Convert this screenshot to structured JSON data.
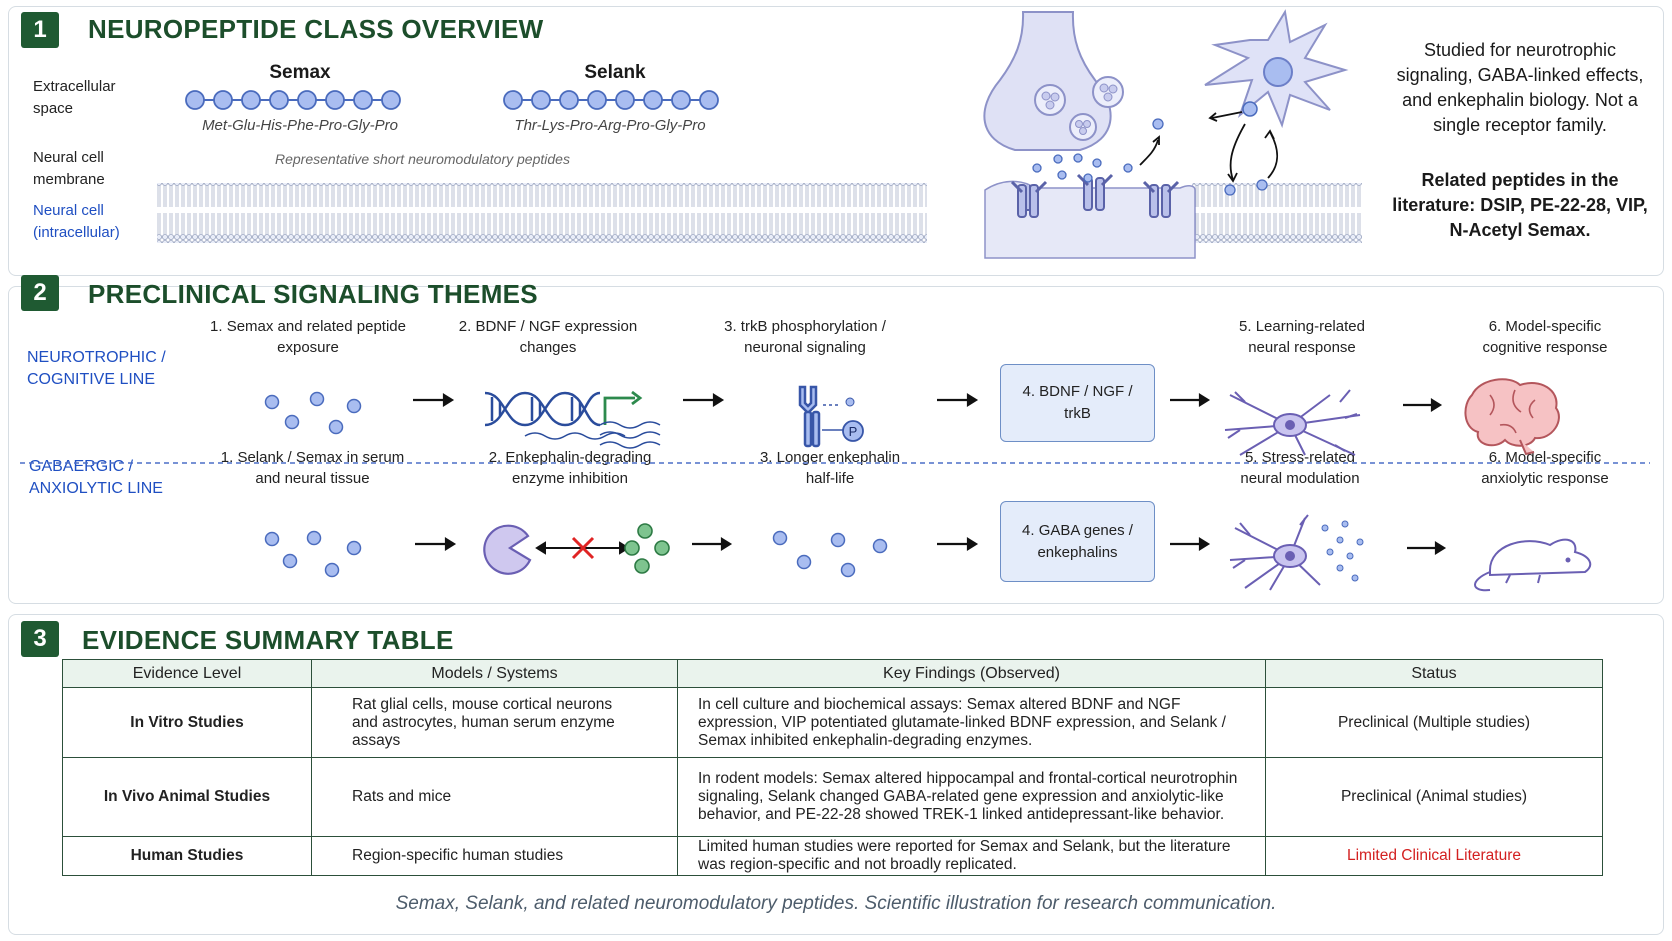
{
  "section1": {
    "number": "1",
    "title": "NEUROPEPTIDE CLASS OVERVIEW",
    "labels": {
      "extracellular": "Extracellular space",
      "membrane": "Neural cell membrane",
      "intracellular": "Neural cell (intracellular)"
    },
    "peptides": [
      {
        "name": "Semax",
        "sequence": "Met-Glu-His-Phe-Pro-Gly-Pro"
      },
      {
        "name": "Selank",
        "sequence": "Thr-Lys-Pro-Arg-Pro-Gly-Pro"
      }
    ],
    "note": "Representative short neuromodulatory peptides",
    "side_text": "Studied for neurotrophic signaling, GABA-linked effects, and enkephalin biology. Not a single receptor family.",
    "side_related": "Related peptides in the literature: DSIP, PE-22-28, VIP, N-Acetyl Semax."
  },
  "section2": {
    "number": "2",
    "title": "PRECLINICAL SIGNALING THEMES",
    "lines": [
      {
        "label": "NEUROTROPHIC / COGNITIVE LINE",
        "steps": [
          "1. Semax and related peptide exposure",
          "2. BDNF / NGF expression changes",
          "3. trkB phosphorylation / neuronal signaling",
          "4. BDNF / NGF / trkB",
          "5. Learning-related neural response",
          "6. Model-specific cognitive response"
        ]
      },
      {
        "label": "GABAERGIC / ANXIOLYTIC LINE",
        "steps": [
          "1. Selank / Semax in serum and neural tissue",
          "2. Enkephalin-degrading enzyme inhibition",
          "3. Longer enkephalin half-life",
          "4. GABA genes / enkephalins",
          "5. Stress-related neural modulation",
          "6. Model-specific anxiolytic response"
        ]
      }
    ],
    "phospho_label": "P"
  },
  "section3": {
    "number": "3",
    "title": "EVIDENCE SUMMARY TABLE",
    "columns": [
      "Evidence Level",
      "Models / Systems",
      "Key Findings (Observed)",
      "Status"
    ],
    "rows": [
      {
        "level": "In Vitro Studies",
        "models": "Rat glial cells, mouse cortical neurons and astrocytes, human serum enzyme assays",
        "findings": "In cell culture and biochemical assays: Semax altered BDNF and NGF expression, VIP potentiated glutamate-linked BDNF expression, and Selank / Semax inhibited enkephalin-degrading enzymes.",
        "status": "Preclinical (Multiple studies)"
      },
      {
        "level": "In Vivo Animal Studies",
        "models": "Rats and mice",
        "findings": "In rodent models: Semax altered hippocampal and frontal-cortical neurotrophin signaling, Selank changed GABA-related gene expression and anxiolytic-like behavior, and PE-22-28 showed TREK-1 linked antidepressant-like behavior.",
        "status": "Preclinical (Animal studies)"
      },
      {
        "level": "Human Studies",
        "models": "Region-specific human studies",
        "findings": "Limited human studies were reported for Semax and Selank, but the literature was region-specific and not broadly replicated.",
        "status": "Limited Clinical Literature"
      }
    ],
    "limited_color": "#d32020"
  },
  "caption": "Semax, Selank, and related neuromodulatory peptides. Scientific illustration for research communication.",
  "colors": {
    "accent_green": "#1f5a32",
    "accent_blue": "#1f4fc2",
    "bead": "#a9bdf0"
  }
}
